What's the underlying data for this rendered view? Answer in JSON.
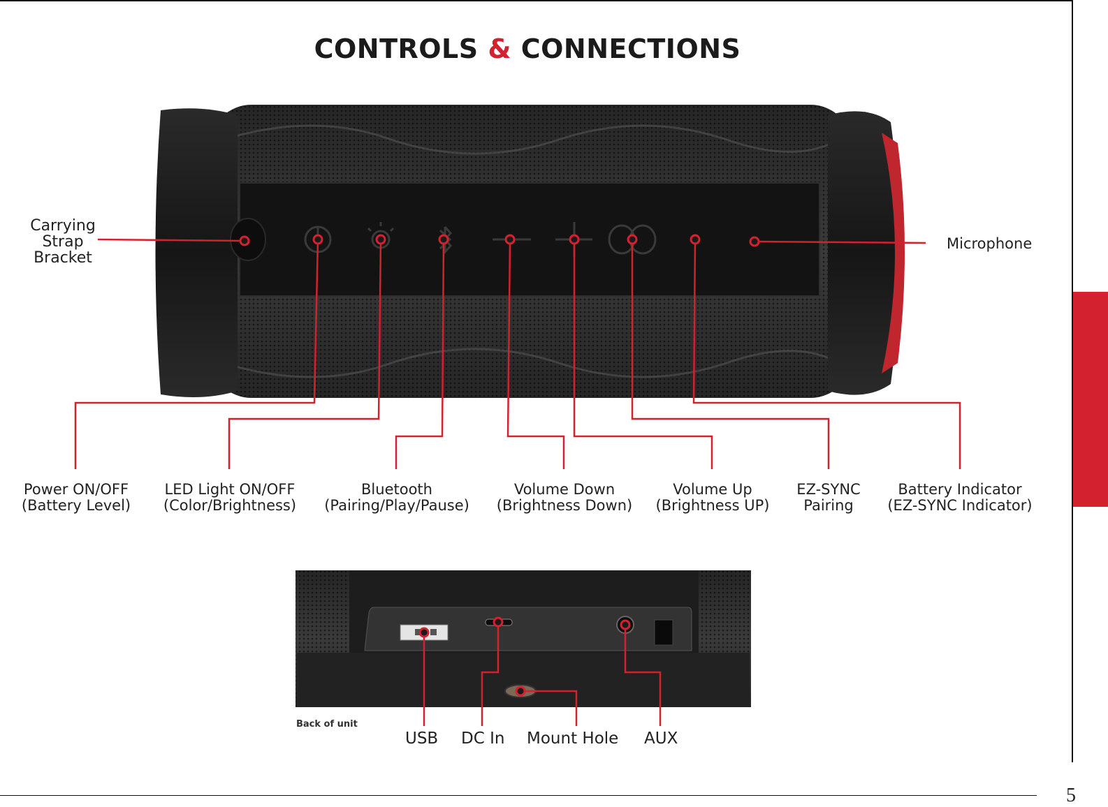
{
  "title": {
    "part1": "CONTROLS ",
    "amp": "&",
    "part2": " CONNECTIONS"
  },
  "top_callouts": {
    "carrying_strap": [
      "Carrying",
      "Strap",
      "Bracket"
    ],
    "microphone": "Microphone"
  },
  "bottom_callouts": [
    {
      "line1": "Power ON/OFF",
      "line2": "(Battery Level)"
    },
    {
      "line1": "LED Light ON/OFF",
      "line2": "(Color/Brightness)"
    },
    {
      "line1": "Bluetooth",
      "line2": "(Pairing/Play/Pause)"
    },
    {
      "line1": "Volume Down",
      "line2": "(Brightness Down)"
    },
    {
      "line1": "Volume Up",
      "line2": "(Brightness UP)"
    },
    {
      "line1": "EZ-SYNC",
      "line2": "Pairing"
    },
    {
      "line1": "Battery Indicator",
      "line2": "(EZ-SYNC Indicator)"
    }
  ],
  "back_panel": {
    "caption": "Back  of unit",
    "ports": [
      "USB",
      "DC In",
      "Mount Hole",
      "AUX"
    ]
  },
  "page_number": "5",
  "colors": {
    "accent": "#d3212f",
    "speaker_body": "#1c1c1c",
    "callout_line": "#d3212f"
  }
}
